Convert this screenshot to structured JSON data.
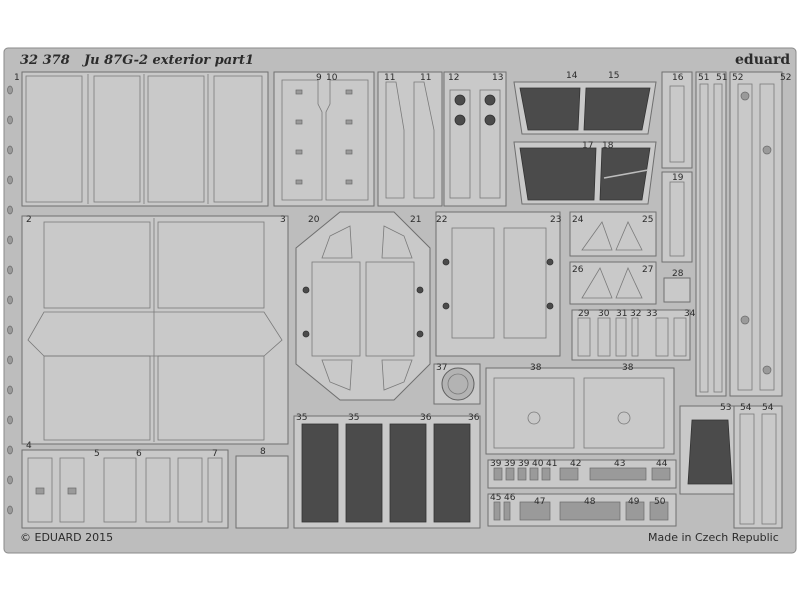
{
  "fret": {
    "catalog_number": "32 378",
    "title": "Ju 87G-2 exterior   part1",
    "brand": "eduard",
    "copyright": "© EDUARD 2015",
    "origin": "Made in Czech Republic"
  },
  "part_numbers": [
    {
      "id": "n1",
      "text": "1"
    },
    {
      "id": "n2",
      "text": "2"
    },
    {
      "id": "n3",
      "text": "3"
    },
    {
      "id": "n4",
      "text": "4"
    },
    {
      "id": "n5",
      "text": "5"
    },
    {
      "id": "n6",
      "text": "6"
    },
    {
      "id": "n7",
      "text": "7"
    },
    {
      "id": "n8",
      "text": "8"
    },
    {
      "id": "n9",
      "text": "9"
    },
    {
      "id": "n10",
      "text": "10"
    },
    {
      "id": "n11a",
      "text": "11"
    },
    {
      "id": "n11b",
      "text": "11"
    },
    {
      "id": "n12",
      "text": "12"
    },
    {
      "id": "n13",
      "text": "13"
    },
    {
      "id": "n14",
      "text": "14"
    },
    {
      "id": "n15",
      "text": "15"
    },
    {
      "id": "n16",
      "text": "16"
    },
    {
      "id": "n17",
      "text": "17"
    },
    {
      "id": "n18",
      "text": "18"
    },
    {
      "id": "n19",
      "text": "19"
    },
    {
      "id": "n20",
      "text": "20"
    },
    {
      "id": "n21",
      "text": "21"
    },
    {
      "id": "n22",
      "text": "22"
    },
    {
      "id": "n23",
      "text": "23"
    },
    {
      "id": "n24",
      "text": "24"
    },
    {
      "id": "n25",
      "text": "25"
    },
    {
      "id": "n26",
      "text": "26"
    },
    {
      "id": "n27",
      "text": "27"
    },
    {
      "id": "n28",
      "text": "28"
    },
    {
      "id": "n29",
      "text": "29"
    },
    {
      "id": "n30",
      "text": "30"
    },
    {
      "id": "n31",
      "text": "31"
    },
    {
      "id": "n32",
      "text": "32"
    },
    {
      "id": "n33",
      "text": "33"
    },
    {
      "id": "n34",
      "text": "34"
    },
    {
      "id": "n35a",
      "text": "35"
    },
    {
      "id": "n35b",
      "text": "35"
    },
    {
      "id": "n36a",
      "text": "36"
    },
    {
      "id": "n36b",
      "text": "36"
    },
    {
      "id": "n37",
      "text": "37"
    },
    {
      "id": "n38a",
      "text": "38"
    },
    {
      "id": "n38b",
      "text": "38"
    },
    {
      "id": "n39a",
      "text": "39"
    },
    {
      "id": "n39b",
      "text": "39"
    },
    {
      "id": "n39c",
      "text": "39"
    },
    {
      "id": "n40",
      "text": "40"
    },
    {
      "id": "n41",
      "text": "41"
    },
    {
      "id": "n42",
      "text": "42"
    },
    {
      "id": "n43",
      "text": "43"
    },
    {
      "id": "n44",
      "text": "44"
    },
    {
      "id": "n45",
      "text": "45"
    },
    {
      "id": "n46",
      "text": "46"
    },
    {
      "id": "n47",
      "text": "47"
    },
    {
      "id": "n48",
      "text": "48"
    },
    {
      "id": "n49",
      "text": "49"
    },
    {
      "id": "n50",
      "text": "50"
    },
    {
      "id": "n51a",
      "text": "51"
    },
    {
      "id": "n51b",
      "text": "51"
    },
    {
      "id": "n52a",
      "text": "52"
    },
    {
      "id": "n52b",
      "text": "52"
    },
    {
      "id": "n53",
      "text": "53"
    },
    {
      "id": "n54a",
      "text": "54"
    },
    {
      "id": "n54b",
      "text": "54"
    }
  ]
}
